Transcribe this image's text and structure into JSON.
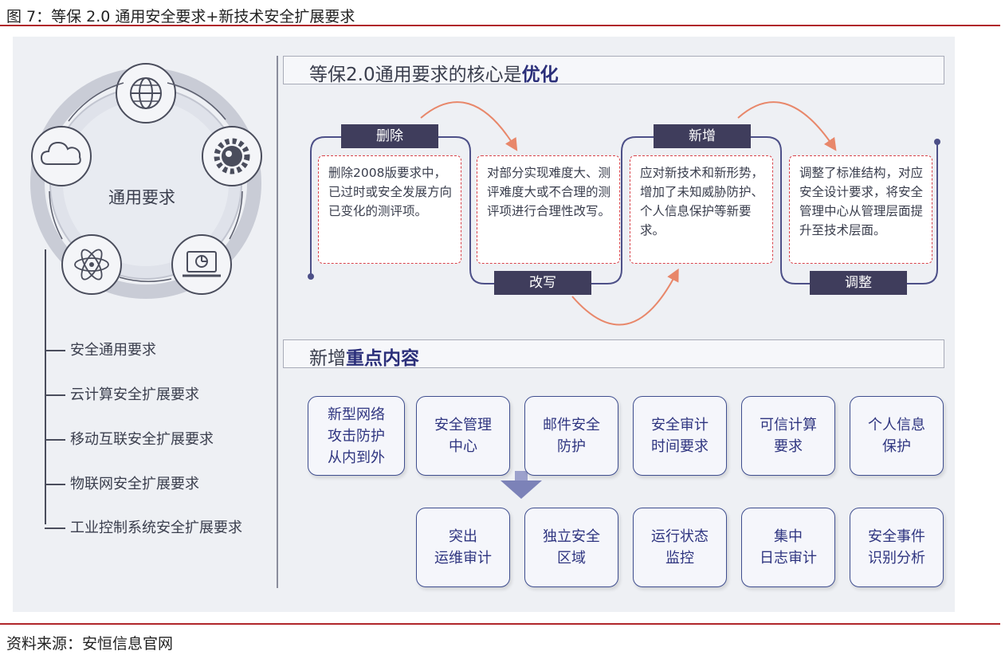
{
  "figure_title": "图 7：等保 2.0 通用安全要求+新技术安全扩展要求",
  "source": "资料来源：安恒信息官网",
  "left": {
    "center_label": "通用要求",
    "icons": [
      "globe-icon",
      "gear-globe-icon",
      "monitor-chart-icon",
      "atom-icon",
      "cloud-icon"
    ],
    "items": [
      "安全通用要求",
      "云计算安全扩展要求",
      "移动互联安全扩展要求",
      "物联网安全扩展要求",
      "工业控制系统安全扩展要求"
    ]
  },
  "section1": {
    "title_plain": "等保2.0通用要求的核心是",
    "title_bold": "优化",
    "steps": [
      {
        "tag": "删除",
        "text": "删除2008版要求中，已过时或安全发展方向已变化的测评项。"
      },
      {
        "tag": "改写",
        "text": "对部分实现难度大、测评难度大或不合理的测评项进行合理性改写。"
      },
      {
        "tag": "新增",
        "text": "应对新技术和新形势，增加了未知威胁防护、个人信息保护等新要求。"
      },
      {
        "tag": "调整",
        "text": "调整了标准结构，对应安全设计要求，将安全管理中心从管理层面提升至技术层面。"
      }
    ]
  },
  "section2": {
    "title_plain": "新增",
    "title_bold": "重点内容",
    "row1": [
      "新型网络\n攻击防护\n从内到外",
      "安全管理\n中心",
      "邮件安全\n防护",
      "安全审计\n时间要求",
      "可信计算\n要求",
      "个人信息\n保护"
    ],
    "row2": [
      "突出\n运维审计",
      "独立安全\n区域",
      "运行状态\n监控",
      "集中\n日志审计",
      "安全事件\n识别分析"
    ]
  },
  "colors": {
    "accent_red": "#b0262a",
    "navy": "#3f3d5c",
    "card_border": "#3f4e8f",
    "arrow": "#e8876a"
  }
}
